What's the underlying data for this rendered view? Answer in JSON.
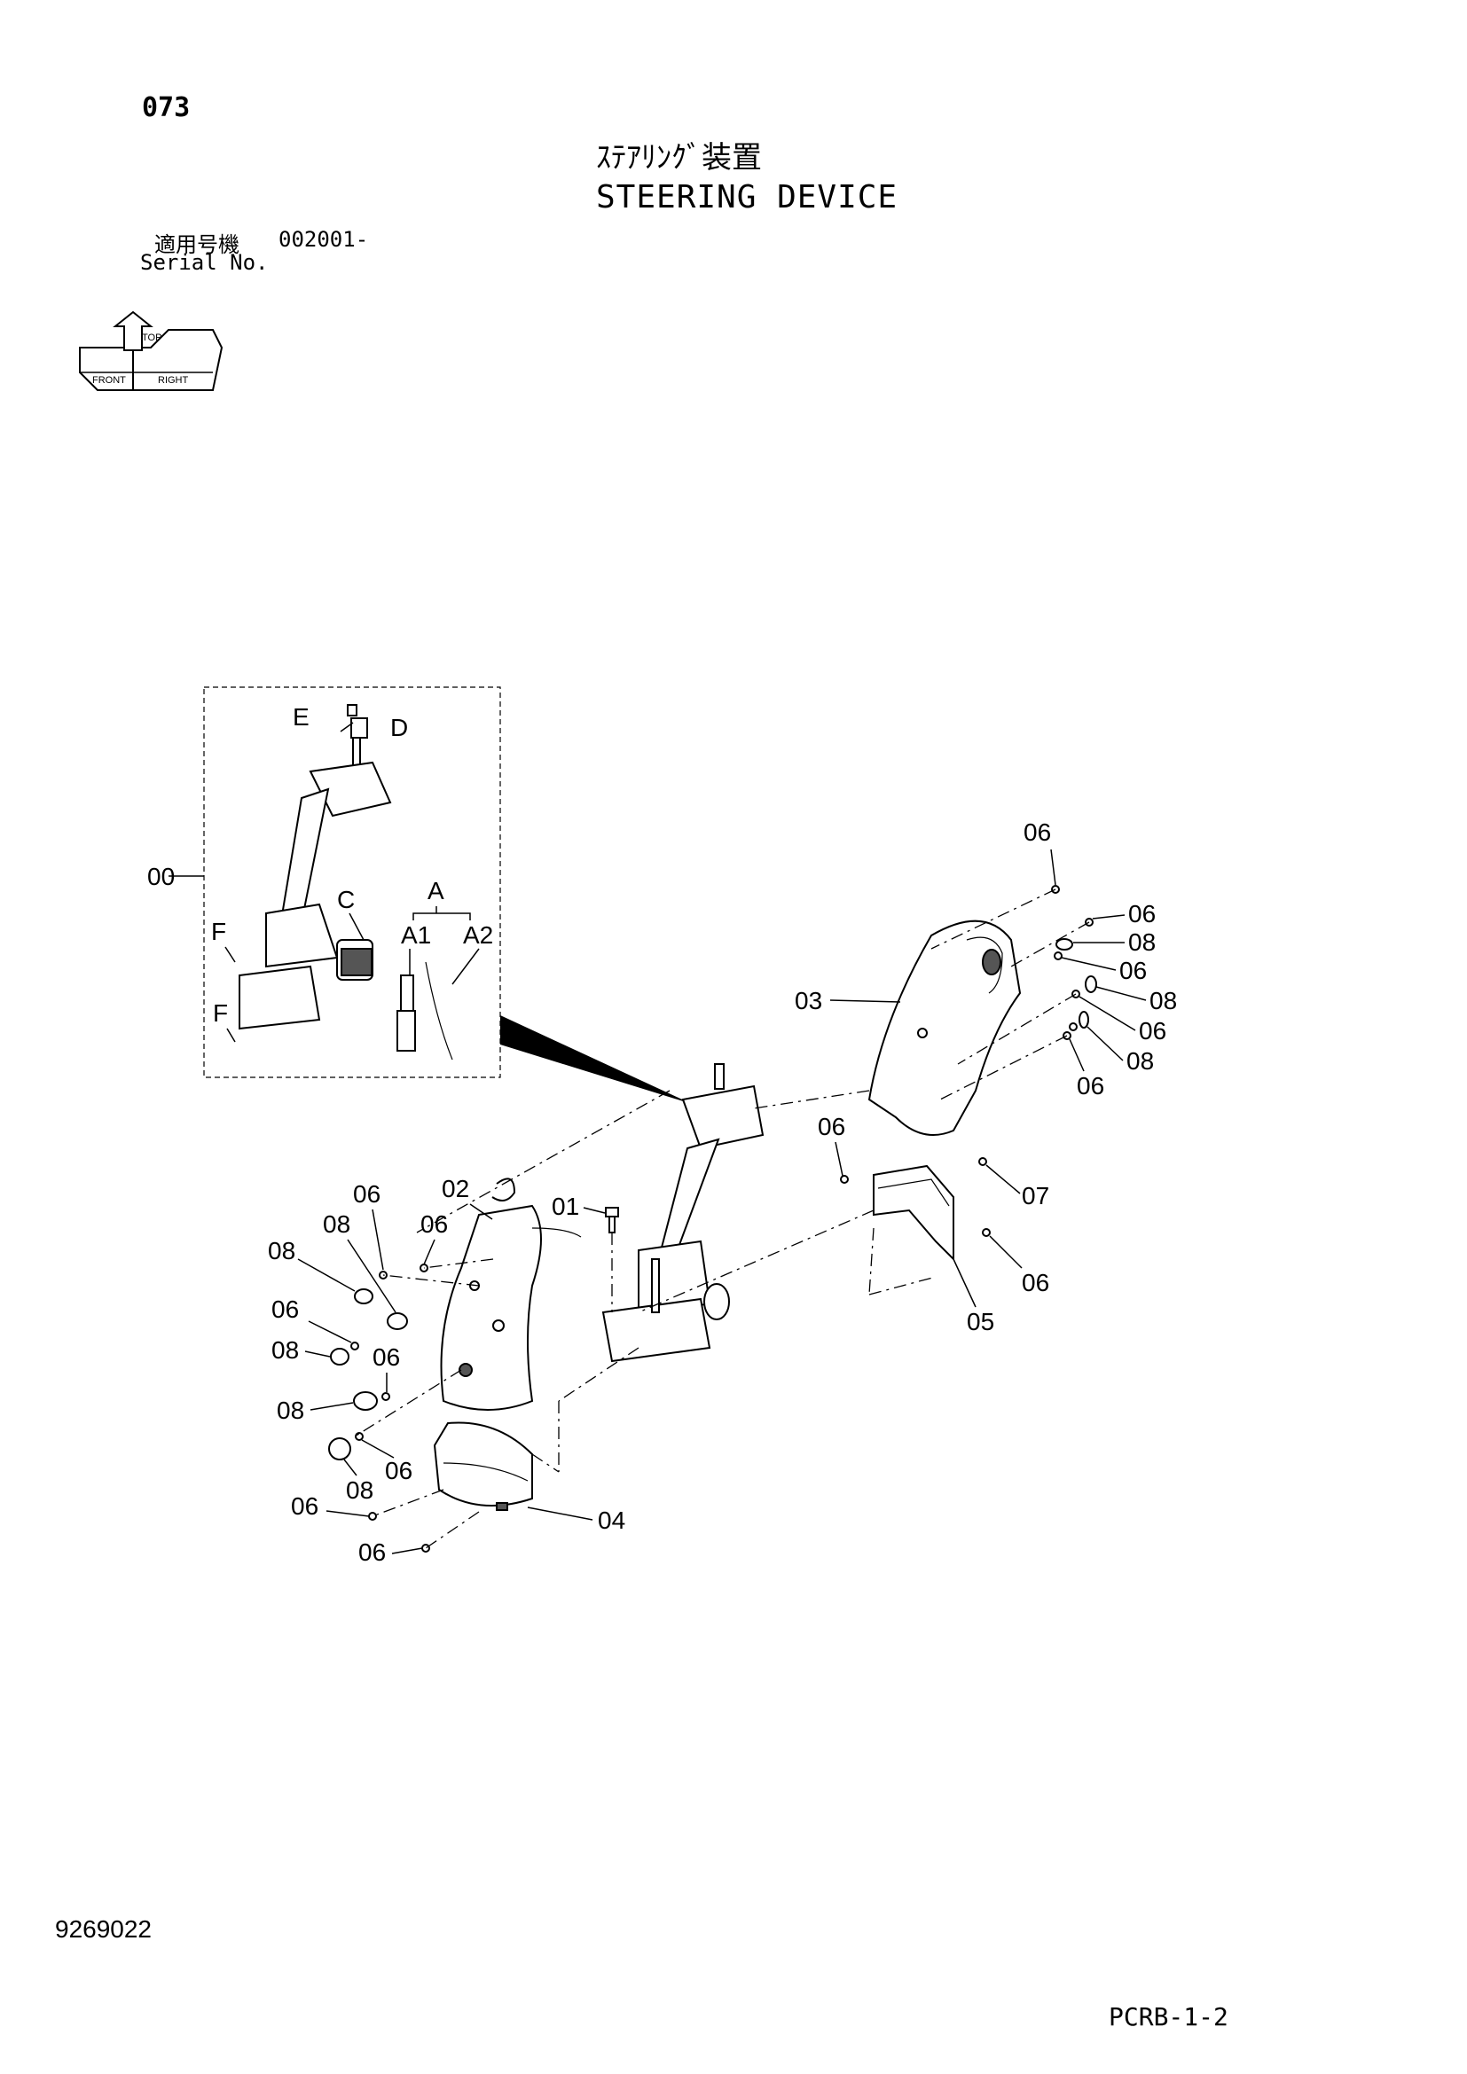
{
  "header": {
    "page_number": "073",
    "title_jp": "ｽﾃｱﾘﾝｸﾞ装置",
    "title_en": "STEERING DEVICE",
    "serial_label_jp": "適用号機",
    "serial_value": "002001-",
    "serial_label_en": "Serial No."
  },
  "orientation_icon": {
    "labels": [
      "FRONT",
      "TOP",
      "RIGHT"
    ]
  },
  "callouts": {
    "inset": {
      "c00": "00",
      "E": "E",
      "D": "D",
      "C": "C",
      "A": "A",
      "A1": "A1",
      "A2": "A2",
      "F1": "F",
      "F2": "F"
    },
    "right": {
      "c06a": "06",
      "c06b": "06",
      "c08a": "08",
      "c06c": "06",
      "c08b": "08",
      "c06d": "06",
      "c08c": "08",
      "c06e": "06",
      "c03": "03",
      "c06f": "06",
      "c07": "07",
      "c06g": "06",
      "c05": "05"
    },
    "left": {
      "c06a": "06",
      "c02": "02",
      "c08a": "08",
      "c06b": "06",
      "c01": "01",
      "c08b": "08",
      "c06c": "06",
      "c08c": "08",
      "c06d": "06",
      "c08d": "08",
      "c08e": "08",
      "c06e": "06",
      "c06f": "06",
      "c04": "04",
      "c06g": "06"
    }
  },
  "footer": {
    "drawing_number": "9269022",
    "sheet_code": "PCRB-1-2"
  }
}
